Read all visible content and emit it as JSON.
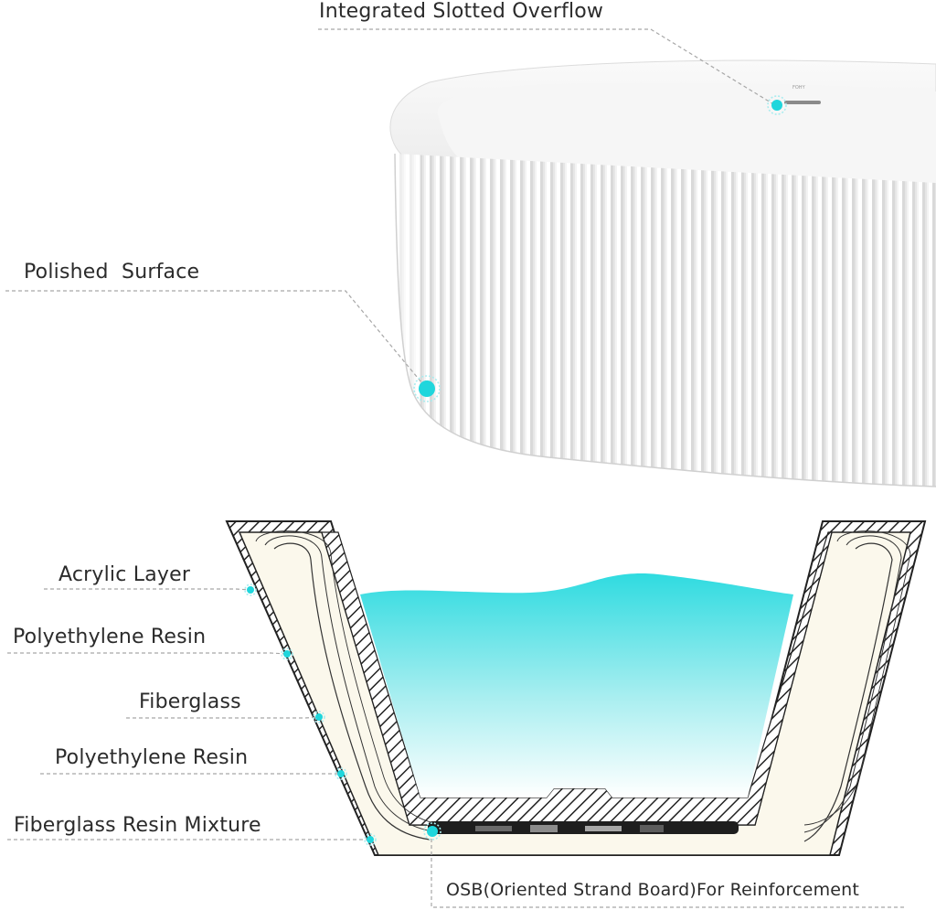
{
  "callouts": {
    "overflow": "Integrated Slotted Overflow",
    "polished": "Polished  Surface",
    "acrylic": "Acrylic Layer",
    "resin_1": "Polyethylene Resin",
    "fiberglass": "Fiberglass",
    "resin_2": "Polyethylene Resin",
    "mixture": "Fiberglass Resin Mixture",
    "osb": "OSB(Oriented Strand Board)For Reinforcement"
  },
  "colors": {
    "accent": "#1fd6dc",
    "water": "#2fdbe0",
    "leader": "#a7a7a7"
  },
  "icons": {
    "marker": "callout-dot"
  }
}
